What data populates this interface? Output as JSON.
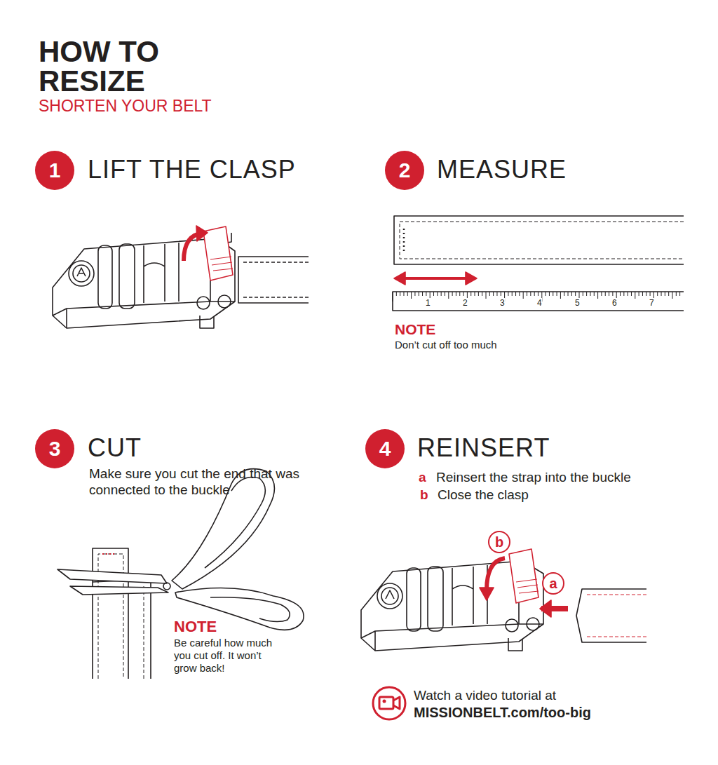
{
  "diagram": {
    "title": "HOW TO RESIZE",
    "nodes": [
      {
        "text": [
          "1",
          "LIFT THE CLASP"
        ]
      },
      {
        "text": [
          "2",
          "MEASURE"
        ]
      },
      {
        "text": [
          "3",
          "CUT"
        ]
      },
      {
        "text": [
          "4",
          "REINSERT"
        ]
      },
      {
        "text": [
          "b"
        ]
      },
      {
        "text": [
          "a"
        ]
      }
    ],
    "labels": [
      "SHORTEN YOUR BELT",
      "1",
      "2",
      "3",
      "4",
      "5",
      "6",
      "7",
      "NOTE",
      "Don’t cut off too much",
      "Make sure you cut the end that was connected to the buckle",
      "NOTE",
      "Be careful how much you cut off. It won’t grow back!",
      "a",
      "Reinsert the strap into the buckle",
      "b",
      "Close the clasp",
      "Watch a video tutorial at",
      "MISSIONBELT.com/too-big"
    ]
  }
}
